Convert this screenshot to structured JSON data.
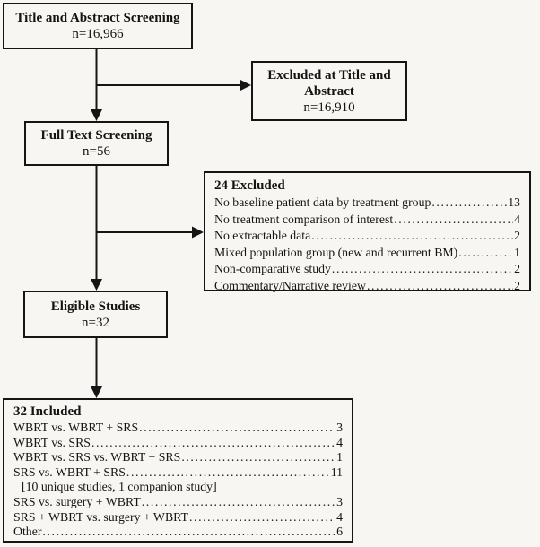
{
  "boxes": {
    "title_screening": {
      "title": "Title and Abstract Screening",
      "n": "n=16,966"
    },
    "excluded_title": {
      "title": "Excluded at Title and Abstract",
      "n": "n=16,910"
    },
    "full_text": {
      "title": "Full Text Screening",
      "n": "n=56"
    },
    "excluded_full": {
      "title": "24 Excluded",
      "items": [
        {
          "label": "No baseline patient data by treatment group",
          "value": "13"
        },
        {
          "label": "No treatment comparison of interest",
          "value": "4"
        },
        {
          "label": "No extractable data",
          "value": "2"
        },
        {
          "label": "Mixed population group (new and recurrent BM)",
          "value": "1"
        },
        {
          "label": "Non-comparative study",
          "value": "2"
        },
        {
          "label": "Commentary/Narrative review",
          "value": "2"
        }
      ]
    },
    "eligible": {
      "title": "Eligible Studies",
      "n": "n=32"
    },
    "included": {
      "title": "32 Included",
      "items": [
        {
          "label": "WBRT vs. WBRT + SRS",
          "value": "3"
        },
        {
          "label": "WBRT vs. SRS",
          "value": "4"
        },
        {
          "label": "WBRT vs. SRS vs. WBRT + SRS",
          "value": "1"
        },
        {
          "label": "SRS vs. WBRT + SRS",
          "value": "11"
        },
        {
          "label": "[10 unique studies, 1 companion study]",
          "value": ""
        },
        {
          "label": "SRS vs. surgery + WBRT",
          "value": "3"
        },
        {
          "label": "SRS + WBRT vs. surgery + WBRT",
          "value": "4"
        },
        {
          "label": "Other",
          "value": "6"
        }
      ]
    }
  },
  "colors": {
    "line": "#151515",
    "background": "#f7f6f3"
  }
}
